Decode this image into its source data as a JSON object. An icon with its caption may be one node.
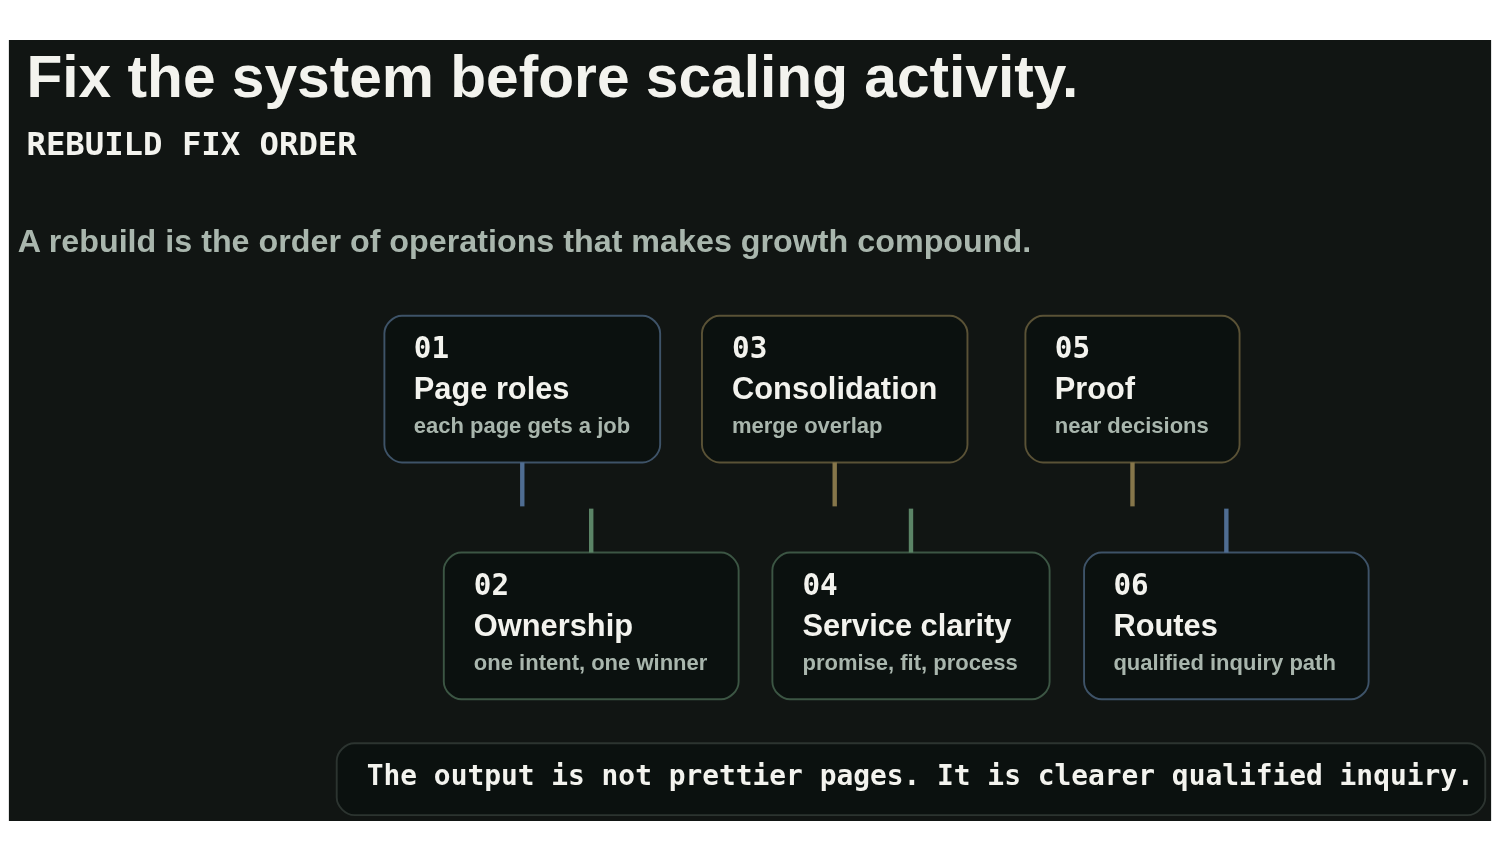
{
  "diagram": {
    "title": "Fix the system before scaling activity.",
    "nodes": [
      {
        "text": [
          "01",
          "Page roles",
          "each page gets a job"
        ]
      },
      {
        "text": [
          "02",
          "Ownership",
          "one intent, one winner"
        ]
      },
      {
        "text": [
          "03",
          "Consolidation",
          "merge overlap"
        ]
      },
      {
        "text": [
          "04",
          "Service clarity",
          "promise, fit, process"
        ]
      },
      {
        "text": [
          "05",
          "Proof",
          "near decisions"
        ]
      },
      {
        "text": [
          "06",
          "Routes",
          "qualified inquiry path"
        ]
      },
      {
        "text": [
          "The output is not prettier pages. It is clearer qualified inquiry."
        ]
      }
    ],
    "edges": [
      {
        "from": 0,
        "to": null,
        "arrow": "none",
        "color": "#4f6d92"
      },
      {
        "from": 1,
        "to": null,
        "arrow": "none",
        "color": "#5b8466"
      },
      {
        "from": 2,
        "to": null,
        "arrow": "none",
        "color": "#86764a"
      },
      {
        "from": 3,
        "to": null,
        "arrow": "none",
        "color": "#5b8466"
      },
      {
        "from": 4,
        "to": null,
        "arrow": "none",
        "color": "#86764a"
      },
      {
        "from": 5,
        "to": null,
        "arrow": "none",
        "color": "#4f6d92"
      }
    ],
    "labels": [
      "REBUILD FIX ORDER",
      "A rebuild is the order of operations that makes growth compound."
    ]
  }
}
